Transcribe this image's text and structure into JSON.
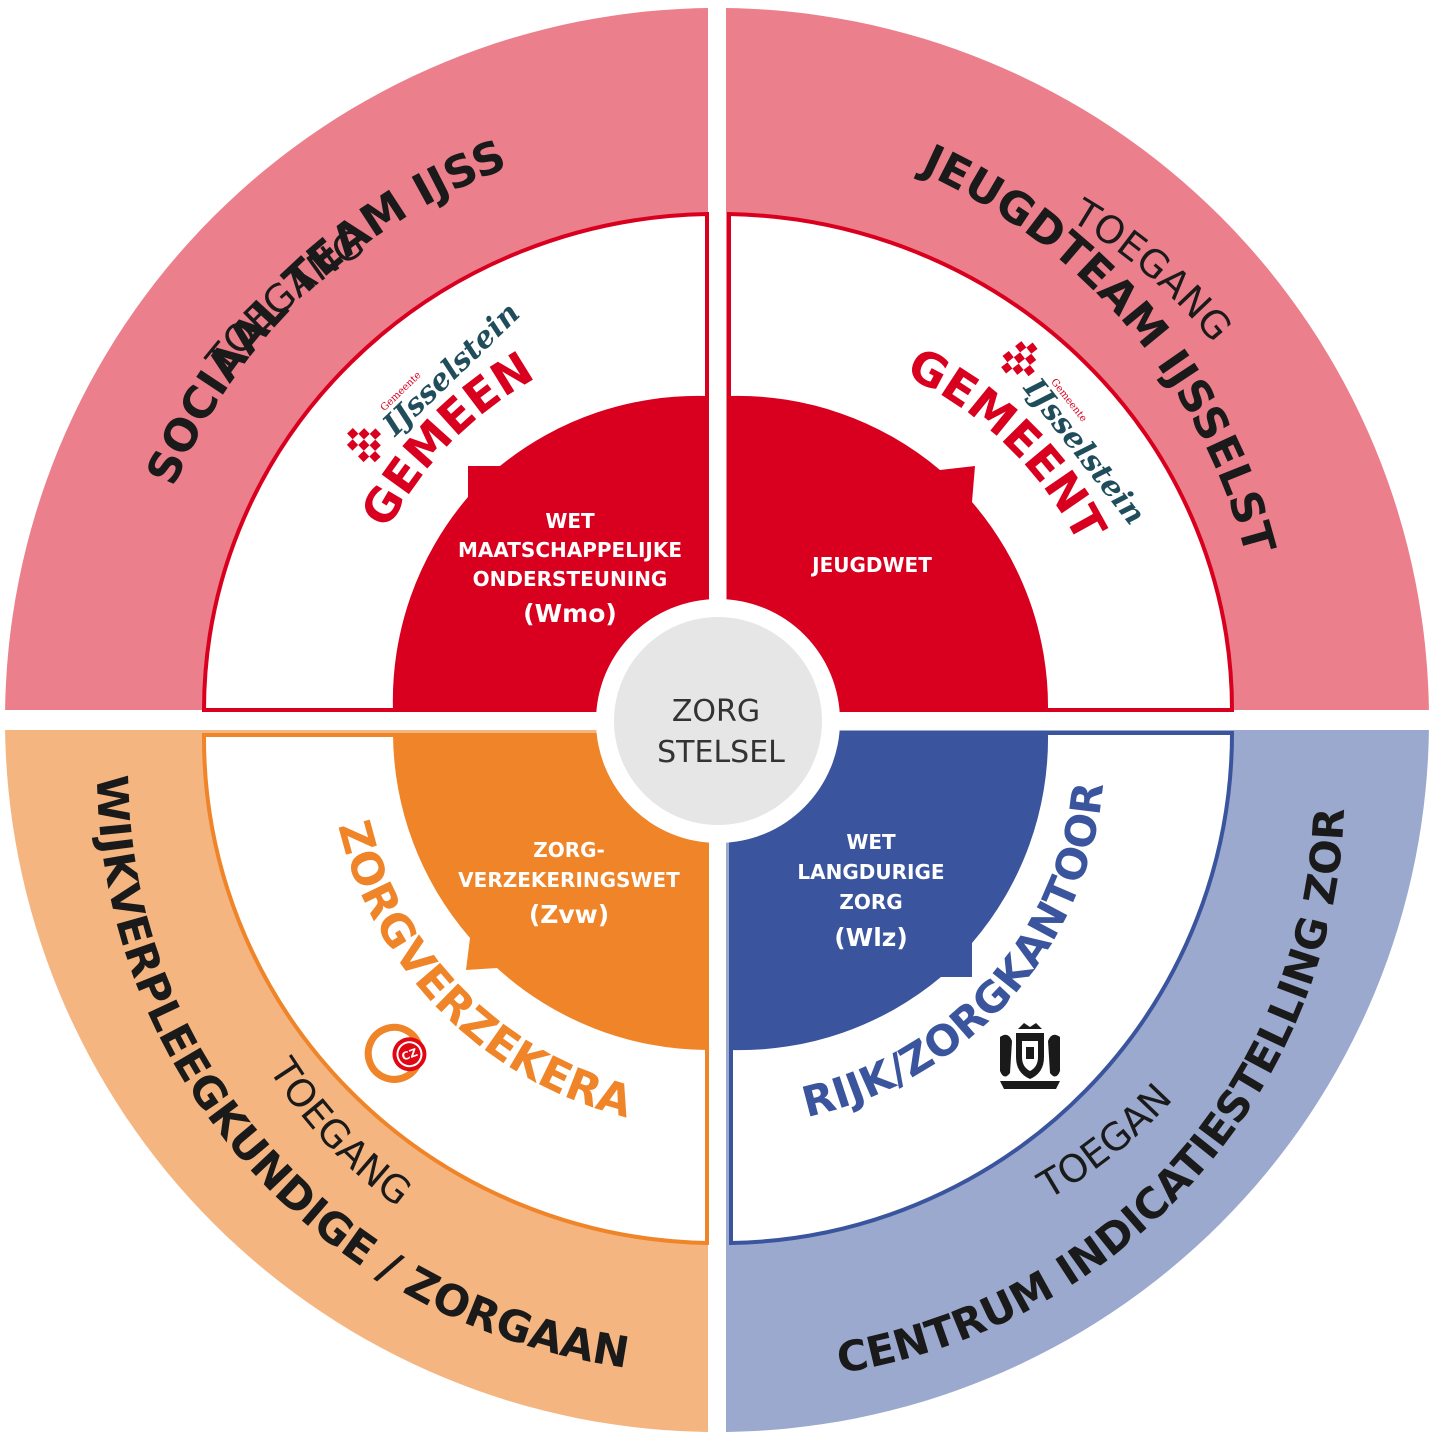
{
  "center": {
    "line1": "ZORG",
    "line2": "STELSEL"
  },
  "colors": {
    "red": "#d9001f",
    "pink": "#ec7f8c",
    "orange": "#ef8428",
    "orange_light": "#f4b581",
    "blue": "#3a549d",
    "blue_light": "#9aa9cd",
    "dark": "#1a1a1a",
    "center_gray": "#e6e6e6"
  },
  "quadrants": {
    "top_left": {
      "toegang": "TOEGANG",
      "outer_label": "SOCIAAL TEAM IJSSELSTEIN",
      "middle_label": "GEMEENTE",
      "logo_small": "Gemeente",
      "logo_name": "IJsselstein",
      "law_lines": [
        "WET",
        "MAATSCHAPPELIJKE",
        "ONDERSTEUNING"
      ],
      "law_abbr": "(Wmo)"
    },
    "top_right": {
      "toegang": "TOEGANG",
      "outer_label": "JEUGDTEAM IJSSELSTEIN",
      "middle_label": "GEMEENTE",
      "logo_small": "Gemeente",
      "logo_name": "IJsselstein",
      "law_lines": [
        "JEUGDWET"
      ]
    },
    "bottom_left": {
      "toegang": "TOEGANG",
      "outer_label": "WIJKVERPLEEGKUNDIGE / ZORGAANBIEDER",
      "middle_label": "ZORGVERZEKERAAR",
      "logo_text": "CZ",
      "law_lines": [
        "ZORG-",
        "VERZEKERINGSWET"
      ],
      "law_abbr": "(Zvw)"
    },
    "bottom_right": {
      "toegang": "TOEGANG",
      "outer_label": "CENTRUM INDICATIESTELLING ZORG CIZ",
      "middle_label": "RIJK/ZORGKANTOOR",
      "law_lines": [
        "WET",
        "LANGDURIGE",
        "ZORG"
      ],
      "law_abbr": "(Wlz)"
    }
  }
}
